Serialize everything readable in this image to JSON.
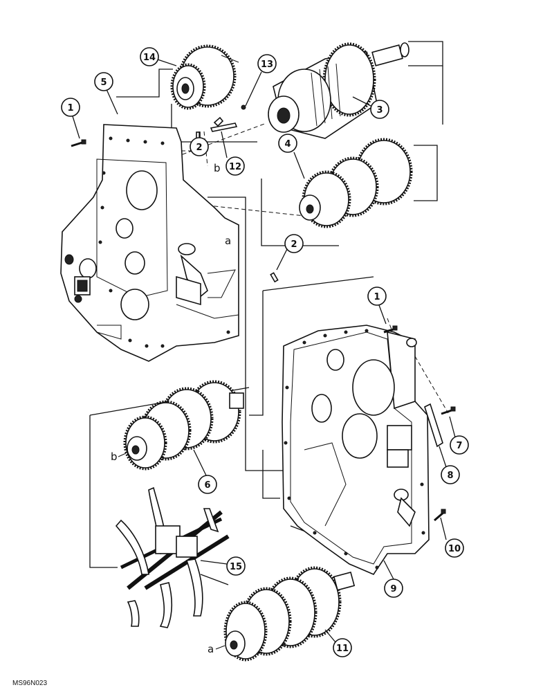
{
  "callouts": [
    "14",
    "13",
    "5",
    "1",
    "2",
    "12",
    "3",
    "4",
    "2",
    "1",
    "7",
    "8",
    "6",
    "10",
    "9",
    "15",
    "11"
  ],
  "letters": [
    "b",
    "a",
    "b",
    "a"
  ],
  "figure_code": "MS96N023"
}
